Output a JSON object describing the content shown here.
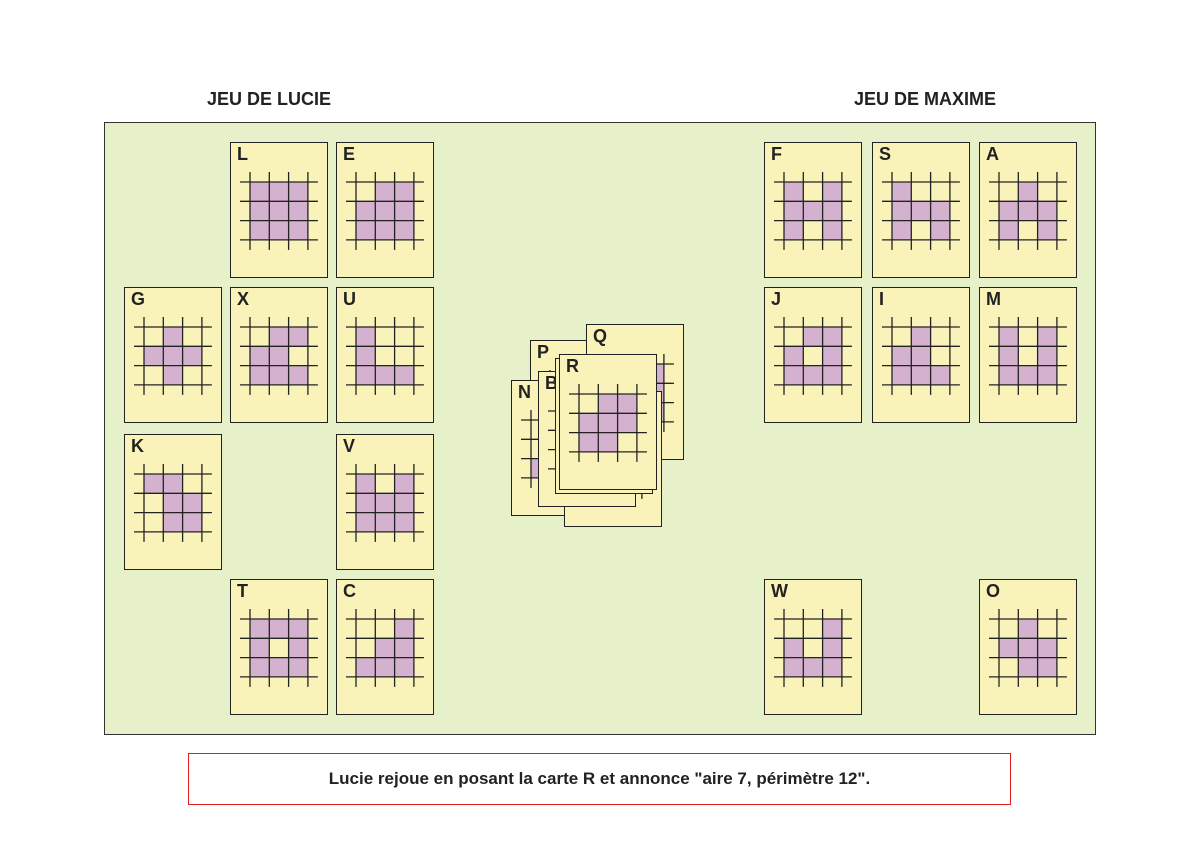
{
  "players": {
    "lucie": {
      "title": "JEU DE LUCIE"
    },
    "maxime": {
      "title": "JEU DE MAXIME"
    }
  },
  "colors": {
    "board": "#e7f1c9",
    "card": "#f9f3ba",
    "cell": "#d4b2cf",
    "message_border": "#e02020"
  },
  "cards": {
    "L": {
      "letter": "L",
      "owner": "lucie",
      "pattern": [
        "111",
        "111",
        "111"
      ]
    },
    "E": {
      "letter": "E",
      "owner": "lucie",
      "pattern": [
        "011",
        "111",
        "111"
      ]
    },
    "G": {
      "letter": "G",
      "owner": "lucie",
      "pattern": [
        "010",
        "111",
        "010"
      ]
    },
    "X": {
      "letter": "X",
      "owner": "lucie",
      "pattern": [
        "011",
        "110",
        "111"
      ]
    },
    "U": {
      "letter": "U",
      "owner": "lucie",
      "pattern": [
        "100",
        "100",
        "111"
      ]
    },
    "K": {
      "letter": "K",
      "owner": "lucie",
      "pattern": [
        "110",
        "011",
        "011"
      ]
    },
    "V": {
      "letter": "V",
      "owner": "lucie",
      "pattern": [
        "101",
        "111",
        "111"
      ]
    },
    "T": {
      "letter": "T",
      "owner": "lucie",
      "pattern": [
        "111",
        "101",
        "111"
      ]
    },
    "C": {
      "letter": "C",
      "owner": "lucie",
      "pattern": [
        "001",
        "011",
        "111"
      ]
    },
    "F": {
      "letter": "F",
      "owner": "maxime",
      "pattern": [
        "101",
        "111",
        "101"
      ]
    },
    "S": {
      "letter": "S",
      "owner": "maxime",
      "pattern": [
        "100",
        "111",
        "101"
      ]
    },
    "A": {
      "letter": "A",
      "owner": "maxime",
      "pattern": [
        "010",
        "111",
        "101"
      ]
    },
    "J": {
      "letter": "J",
      "owner": "maxime",
      "pattern": [
        "011",
        "101",
        "111"
      ]
    },
    "I": {
      "letter": "I",
      "owner": "maxime",
      "pattern": [
        "010",
        "110",
        "111"
      ]
    },
    "M": {
      "letter": "M",
      "owner": "maxime",
      "pattern": [
        "101",
        "101",
        "111"
      ]
    },
    "W": {
      "letter": "W",
      "owner": "maxime",
      "pattern": [
        "001",
        "101",
        "111"
      ]
    },
    "O": {
      "letter": "O",
      "owner": "maxime",
      "pattern": [
        "010",
        "111",
        "011"
      ]
    },
    "P": {
      "letter": "P",
      "owner": "pile",
      "pattern": [
        "000",
        "000",
        "000"
      ]
    },
    "Q": {
      "letter": "Q",
      "owner": "pile",
      "pattern": [
        "001",
        "001",
        "001"
      ]
    },
    "N": {
      "letter": "N",
      "owner": "pile",
      "pattern": [
        "000",
        "000",
        "100"
      ]
    },
    "pile1": {
      "letter": "",
      "owner": "pile",
      "pattern": [
        "000",
        "000",
        "000"
      ]
    },
    "B": {
      "letter": "B",
      "owner": "pile",
      "pattern": [
        "000",
        "000",
        "000"
      ]
    },
    "pile2": {
      "letter": "",
      "owner": "pile",
      "pattern": [
        "000",
        "000",
        "000"
      ]
    },
    "R": {
      "letter": "R",
      "owner": "pile",
      "pattern": [
        "011",
        "111",
        "110"
      ]
    }
  },
  "message": "Lucie rejoue en posant la carte R et annonce \"aire 7, périmètre 12\"."
}
